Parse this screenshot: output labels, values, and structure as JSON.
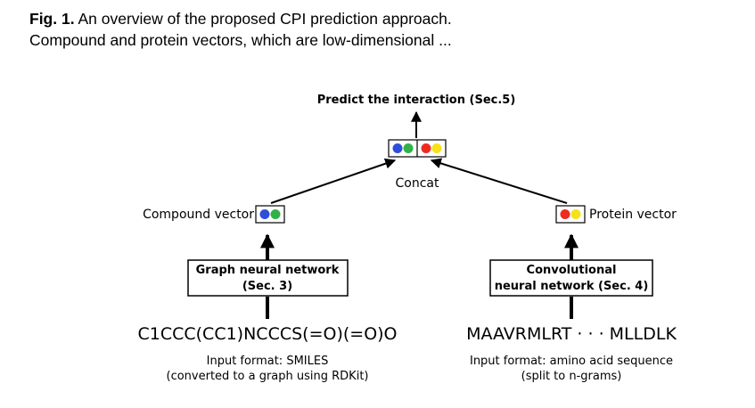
{
  "caption": {
    "fig_label": "Fig. 1.",
    "line1": "An overview of the proposed CPI prediction approach.",
    "line2": "Compound and protein vectors, which are low-dimensional ..."
  },
  "diagram": {
    "predict_label": "Predict the interaction (Sec.5)",
    "concat_label": "Concat",
    "compound_vector_label": "Compound vector",
    "protein_vector_label": "Protein vector",
    "gnn_line1": "Graph neural network",
    "gnn_line2": "(Sec. 3)",
    "cnn_line1": "Convolutional",
    "cnn_line2": "neural network (Sec. 4)",
    "smiles_text": "C1CCC(CC1)NCCCS(=O)(=O)O",
    "sequence_text": "MAAVRMLRT · · · MLLDLK",
    "input_left_line1": "Input format: SMILES",
    "input_left_line2": "(converted to a graph using RDKit)",
    "input_right_line1": "Input format: amino acid sequence",
    "input_right_line2": "(split to n-grams)"
  },
  "colors": {
    "blue": "#2f4fd6",
    "green": "#2fb24a",
    "red": "#ee2b1f",
    "yellow": "#f6e21a"
  }
}
